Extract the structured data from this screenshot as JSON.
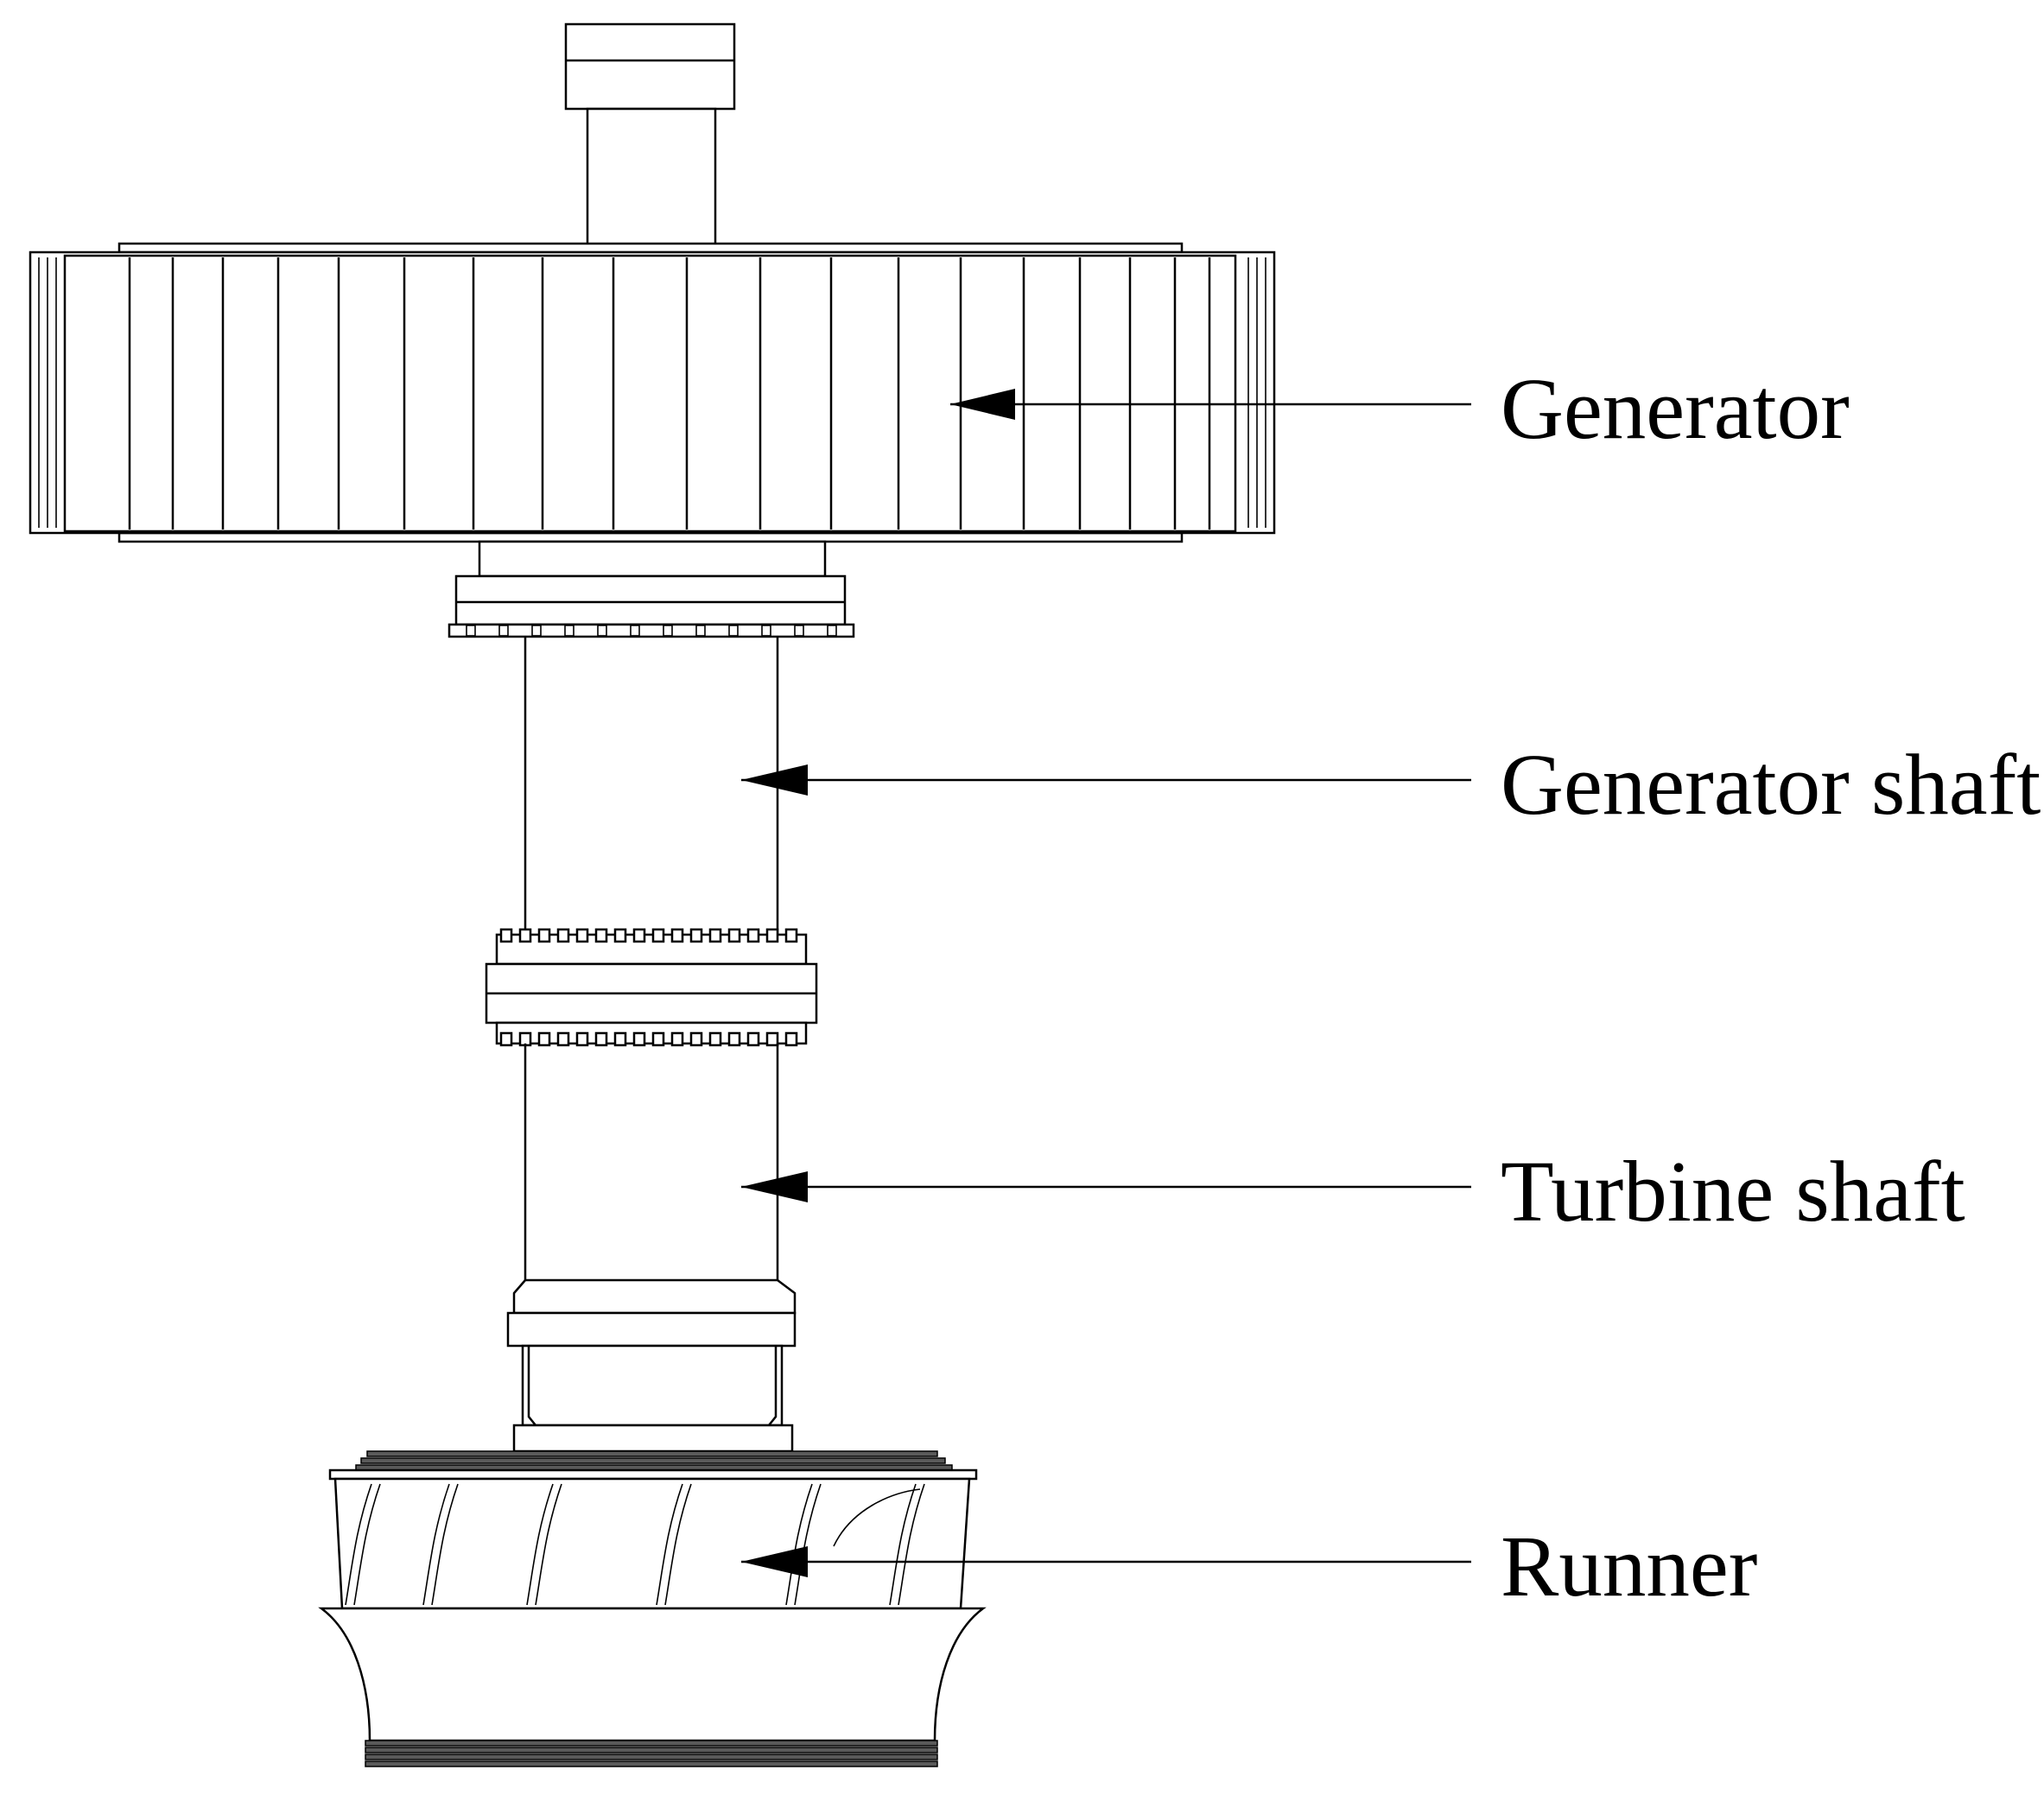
{
  "labels": {
    "generator": "Generator",
    "generator_shaft": "Generator shaft",
    "turbine_shaft": "Turbine shaft",
    "runner": "Runner"
  },
  "colors": {
    "line": "#000000",
    "background": "#ffffff"
  }
}
